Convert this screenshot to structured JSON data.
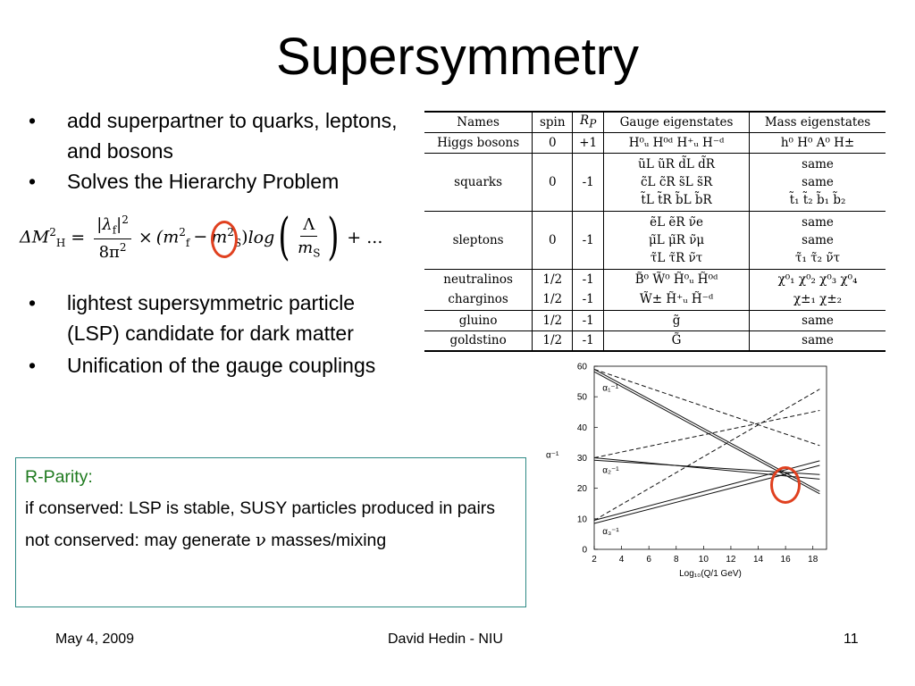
{
  "title": "Supersymmetry",
  "bullets_top": [
    "add superpartner to quarks, leptons, and bosons",
    "Solves the Hierarchy Problem"
  ],
  "bullets_bottom": [
    "lightest supersymmetric particle (LSP) candidate for dark matter",
    "Unification of the gauge couplings"
  ],
  "bullet_glyph": "•",
  "formula": {
    "lhs": "ΔM",
    "lhs_sub": "H",
    "lhs_sup": "2",
    "eq": "=",
    "num": "|λ",
    "num_sub": "f",
    "num_tail": "|",
    "num_sup": "2",
    "den": "8π",
    "den_sup": "2",
    "times": "×",
    "paren_open": "(m",
    "paren_sub1": "f",
    "paren_sup1": "2",
    "minus": "−",
    "m2": "m",
    "m2_sub": "S",
    "m2_sup": "2",
    "paren_close": ")",
    "log": "log",
    "big_open": "(",
    "lambda": "Λ",
    "ms": "m",
    "ms_sub": "S",
    "big_close": ")",
    "tail": "+ ..."
  },
  "table": {
    "headers": [
      "Names",
      "spin",
      "R",
      "Gauge eigenstates",
      "Mass eigenstates"
    ],
    "rp_sub": "P",
    "rows": [
      {
        "name": "Higgs bosons",
        "spin": "0",
        "rp": "+1",
        "gauge": "H⁰ᵤ H⁰ᵈ H⁺ᵤ H⁻ᵈ",
        "mass": "h⁰ H⁰ A⁰ H±",
        "sep": true
      },
      {
        "name": "squarks",
        "spin": "0",
        "rp": "-1",
        "gauge": "ũL ũR d̃L d̃R\nc̃L c̃R s̃L s̃R\nt̃L t̃R b̃L b̃R",
        "mass": "same\nsame\nt̃₁ t̃₂ b̃₁ b̃₂",
        "sep": true
      },
      {
        "name": "sleptons",
        "spin": "0",
        "rp": "-1",
        "gauge": "ẽL ẽR ν̃e\nμ̃L μ̃R ν̃μ\nτ̃L τ̃R ν̃τ",
        "mass": "same\nsame\nτ̃₁ τ̃₂ ν̃τ",
        "sep": true
      },
      {
        "name": "neutralinos",
        "spin": "1/2",
        "rp": "-1",
        "gauge": "B̃⁰ W̃⁰ H̃⁰ᵤ H̃⁰ᵈ",
        "mass": "χ⁰₁ χ⁰₂ χ⁰₃ χ⁰₄",
        "sep": true
      },
      {
        "name": "charginos",
        "spin": "1/2",
        "rp": "-1",
        "gauge": "W̃± H̃⁺ᵤ H̃⁻ᵈ",
        "mass": "χ±₁ χ±₂",
        "sep": false
      },
      {
        "name": "gluino",
        "spin": "1/2",
        "rp": "-1",
        "gauge": "g̃",
        "mass": "same",
        "sep": true
      },
      {
        "name": "goldstino",
        "spin": "1/2",
        "rp": "-1",
        "gauge": "G̃",
        "mass": "same",
        "sep": true
      }
    ]
  },
  "chart_data": {
    "type": "line",
    "xlabel": "Log₁₀(Q/1 GeV)",
    "ylabel": "α⁻¹",
    "xlim": [
      2,
      19
    ],
    "ylim": [
      0,
      60
    ],
    "xticks": [
      2,
      4,
      6,
      8,
      10,
      12,
      14,
      16,
      18
    ],
    "yticks": [
      0,
      10,
      20,
      30,
      40,
      50,
      60
    ],
    "annotations": [
      {
        "text": "α₁⁻¹",
        "x": 3.0,
        "y": 52
      },
      {
        "text": "α₂⁻¹",
        "x": 3.0,
        "y": 25
      },
      {
        "text": "α₃⁻¹",
        "x": 3.0,
        "y": 5
      }
    ],
    "series": [
      {
        "style": "solid",
        "x": [
          2,
          18.5
        ],
        "y": [
          59,
          19
        ]
      },
      {
        "style": "solid",
        "x": [
          2,
          18.5
        ],
        "y": [
          58.2,
          18.2
        ]
      },
      {
        "style": "solid",
        "x": [
          2,
          18.5
        ],
        "y": [
          30,
          23
        ]
      },
      {
        "style": "solid",
        "x": [
          2,
          18.5
        ],
        "y": [
          29.2,
          24.5
        ]
      },
      {
        "style": "solid",
        "x": [
          2,
          18.5
        ],
        "y": [
          9.5,
          29
        ]
      },
      {
        "style": "solid",
        "x": [
          2,
          18.5
        ],
        "y": [
          8.5,
          27.5
        ]
      },
      {
        "style": "dashed",
        "x": [
          2,
          18.5
        ],
        "y": [
          59,
          34
        ]
      },
      {
        "style": "dashed",
        "x": [
          2,
          18.5
        ],
        "y": [
          30,
          45.5
        ]
      },
      {
        "style": "dashed",
        "x": [
          2,
          18.5
        ],
        "y": [
          9.5,
          52.5
        ]
      }
    ]
  },
  "rparity": {
    "title": "R-Parity:",
    "line1": "if conserved: LSP is stable, SUSY particles produced in pairs",
    "line2_pre": "not conserved: may generate ",
    "nu": "ν",
    "line2_post": " masses/mixing"
  },
  "footer": {
    "date": "May 4, 2009",
    "author": "David Hedin - NIU",
    "page": "11"
  },
  "colors": {
    "highlight_circle": "#e0401f",
    "box_border": "#2e8a85",
    "rparity_title": "#1f7a1f"
  }
}
